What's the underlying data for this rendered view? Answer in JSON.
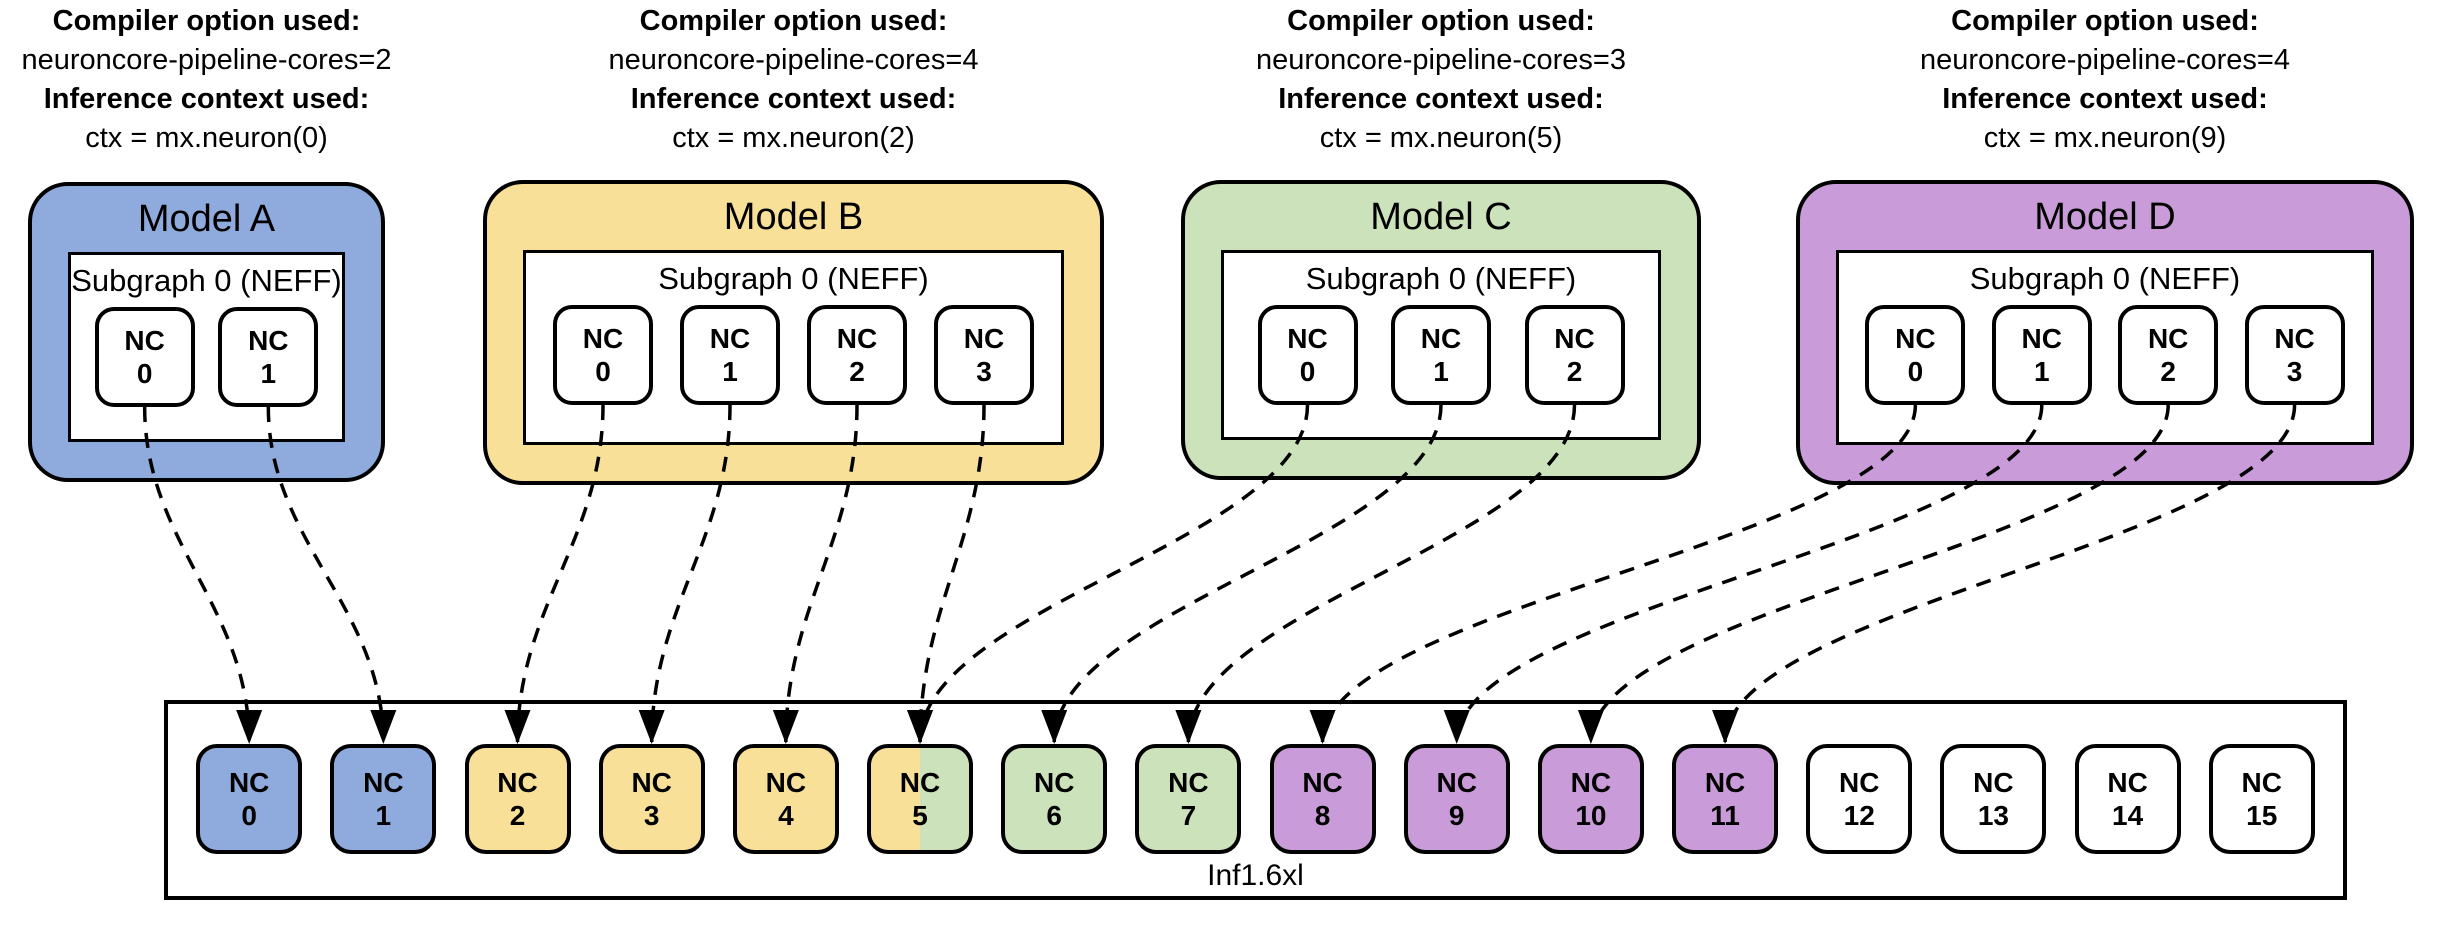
{
  "models": [
    {
      "title": "Model A",
      "color": "#8FAADC",
      "compiler_label": "Compiler option used:",
      "compiler_option": "neuroncore-pipeline-cores=2",
      "context_label": "Inference context used:",
      "context_value": "ctx = mx.neuron(0)",
      "subgraph_label": "Subgraph 0 (NEFF)",
      "cores": [
        {
          "id": "A-0",
          "top": "NC",
          "num": "0"
        },
        {
          "id": "A-1",
          "top": "NC",
          "num": "1"
        }
      ]
    },
    {
      "title": "Model B",
      "color": "#F8E099",
      "compiler_label": "Compiler option used:",
      "compiler_option": "neuroncore-pipeline-cores=4",
      "context_label": "Inference context used:",
      "context_value": "ctx = mx.neuron(2)",
      "subgraph_label": "Subgraph 0 (NEFF)",
      "cores": [
        {
          "id": "B-0",
          "top": "NC",
          "num": "0"
        },
        {
          "id": "B-1",
          "top": "NC",
          "num": "1"
        },
        {
          "id": "B-2",
          "top": "NC",
          "num": "2"
        },
        {
          "id": "B-3",
          "top": "NC",
          "num": "3"
        }
      ]
    },
    {
      "title": "Model C",
      "color": "#CBE2BB",
      "compiler_label": "Compiler option used:",
      "compiler_option": "neuroncore-pipeline-cores=3",
      "context_label": "Inference context used:",
      "context_value": "ctx = mx.neuron(5)",
      "subgraph_label": "Subgraph 0 (NEFF)",
      "cores": [
        {
          "id": "C-0",
          "top": "NC",
          "num": "0"
        },
        {
          "id": "C-1",
          "top": "NC",
          "num": "1"
        },
        {
          "id": "C-2",
          "top": "NC",
          "num": "2"
        }
      ]
    },
    {
      "title": "Model D",
      "color": "#C99BD8",
      "compiler_label": "Compiler option used:",
      "compiler_option": "neuroncore-pipeline-cores=4",
      "context_label": "Inference context used:",
      "context_value": "ctx = mx.neuron(9)",
      "subgraph_label": "Subgraph 0 (NEFF)",
      "cores": [
        {
          "id": "D-0",
          "top": "NC",
          "num": "0"
        },
        {
          "id": "D-1",
          "top": "NC",
          "num": "1"
        },
        {
          "id": "D-2",
          "top": "NC",
          "num": "2"
        },
        {
          "id": "D-3",
          "top": "NC",
          "num": "3"
        }
      ]
    }
  ],
  "instance": {
    "label": "Inf1.6xl",
    "cores": [
      {
        "id": "inf-0",
        "top": "NC",
        "num": "0",
        "fill": "#8FAADC"
      },
      {
        "id": "inf-1",
        "top": "NC",
        "num": "1",
        "fill": "#8FAADC"
      },
      {
        "id": "inf-2",
        "top": "NC",
        "num": "2",
        "fill": "#F8E099"
      },
      {
        "id": "inf-3",
        "top": "NC",
        "num": "3",
        "fill": "#F8E099"
      },
      {
        "id": "inf-4",
        "top": "NC",
        "num": "4",
        "fill": "#F8E099"
      },
      {
        "id": "inf-5",
        "top": "NC",
        "num": "5",
        "fill_split": [
          "#F8E099",
          "#CBE2BB"
        ]
      },
      {
        "id": "inf-6",
        "top": "NC",
        "num": "6",
        "fill": "#CBE2BB"
      },
      {
        "id": "inf-7",
        "top": "NC",
        "num": "7",
        "fill": "#CBE2BB"
      },
      {
        "id": "inf-8",
        "top": "NC",
        "num": "8",
        "fill": "#C99BD8"
      },
      {
        "id": "inf-9",
        "top": "NC",
        "num": "9",
        "fill": "#C99BD8"
      },
      {
        "id": "inf-10",
        "top": "NC",
        "num": "10",
        "fill": "#C99BD8"
      },
      {
        "id": "inf-11",
        "top": "NC",
        "num": "11",
        "fill": "#C99BD8"
      },
      {
        "id": "inf-12",
        "top": "NC",
        "num": "12",
        "fill": "#FFFFFF"
      },
      {
        "id": "inf-13",
        "top": "NC",
        "num": "13",
        "fill": "#FFFFFF"
      },
      {
        "id": "inf-14",
        "top": "NC",
        "num": "14",
        "fill": "#FFFFFF"
      },
      {
        "id": "inf-15",
        "top": "NC",
        "num": "15",
        "fill": "#FFFFFF"
      }
    ]
  },
  "connections": [
    {
      "from": "A-0",
      "to": "inf-0"
    },
    {
      "from": "A-1",
      "to": "inf-1"
    },
    {
      "from": "B-0",
      "to": "inf-2"
    },
    {
      "from": "B-1",
      "to": "inf-3"
    },
    {
      "from": "B-2",
      "to": "inf-4"
    },
    {
      "from": "B-3",
      "to": "inf-5"
    },
    {
      "from": "C-0",
      "to": "inf-5"
    },
    {
      "from": "C-1",
      "to": "inf-6"
    },
    {
      "from": "C-2",
      "to": "inf-7"
    },
    {
      "from": "D-0",
      "to": "inf-8"
    },
    {
      "from": "D-1",
      "to": "inf-9"
    },
    {
      "from": "D-2",
      "to": "inf-10"
    },
    {
      "from": "D-3",
      "to": "inf-11"
    }
  ],
  "arrow_color": "#000000"
}
